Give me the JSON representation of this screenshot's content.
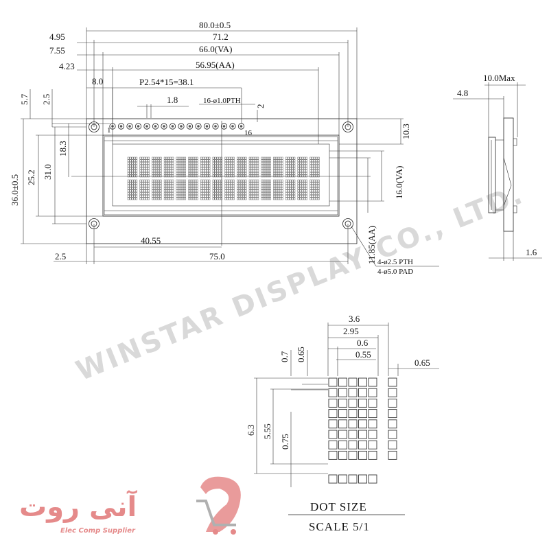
{
  "watermark": "WINSTAR DISPLAY CO., LTD.",
  "logo": {
    "name_fa": "آنی روت",
    "tagline": "Elec Comp Supplier",
    "color": "#e58a8a"
  },
  "front_view": {
    "top_dims": {
      "overall": "80.0±0.5",
      "hole_pitch": "71.2",
      "va_width": "66.0(VA)",
      "aa_width": "56.95(AA)",
      "pin_span": "P2.54*15=38.1",
      "pin_pitch": "1.8",
      "pth": "16-ø1.0PTH",
      "pin_h": "2",
      "pin_first": "1",
      "pin_last": "16",
      "left_495": "4.95",
      "left_755": "7.55",
      "left_423": "4.23",
      "left_80": "8.0"
    },
    "left_dims": {
      "d57": "5.7",
      "d25": "2.5",
      "height": "36.0±0.5",
      "d252": "25.2",
      "d31": "31.0",
      "d183": "18.3"
    },
    "right_dims": {
      "d103": "10.3",
      "va_h": "16.0(VA)",
      "aa_h": "11.85(AA)"
    },
    "bottom_dims": {
      "d4055": "40.55",
      "d25": "2.5",
      "d75": "75.0"
    },
    "hole_notes": [
      "4-ø2.5 PTH",
      "4-ø5.0 PAD"
    ],
    "char_rows": 2,
    "char_cols": 16
  },
  "side_view": {
    "thickness": "10.0Max",
    "d48": "4.8",
    "d16": "1.6"
  },
  "dot_detail": {
    "top_dims": {
      "d36": "3.6",
      "d295": "2.95",
      "d06": "0.6",
      "d055": "0.55",
      "d065r": "0.65",
      "d07": "0.7",
      "d065": "0.65"
    },
    "left_dims": {
      "d63": "6.3",
      "d555": "5.55",
      "d075": "0.75"
    },
    "title": "DOT SIZE",
    "scale": "SCALE 5/1"
  }
}
